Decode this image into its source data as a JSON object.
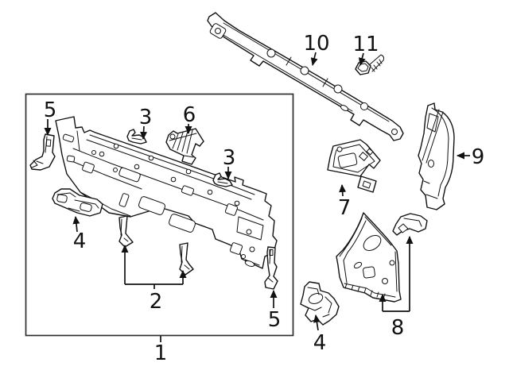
{
  "colors": {
    "background": "#ffffff",
    "line": "#111111"
  },
  "callouts": [
    {
      "id": "5-left",
      "label": "5"
    },
    {
      "id": "3-upper",
      "label": "3"
    },
    {
      "id": "6",
      "label": "6"
    },
    {
      "id": "3-lower",
      "label": "3"
    },
    {
      "id": "4-inner",
      "label": "4"
    },
    {
      "id": "2",
      "label": "2"
    },
    {
      "id": "5-right",
      "label": "5"
    },
    {
      "id": "1",
      "label": "1"
    },
    {
      "id": "10",
      "label": "10"
    },
    {
      "id": "11",
      "label": "11"
    },
    {
      "id": "9",
      "label": "9"
    },
    {
      "id": "7",
      "label": "7"
    },
    {
      "id": "8",
      "label": "8"
    },
    {
      "id": "4-outer",
      "label": "4"
    }
  ]
}
